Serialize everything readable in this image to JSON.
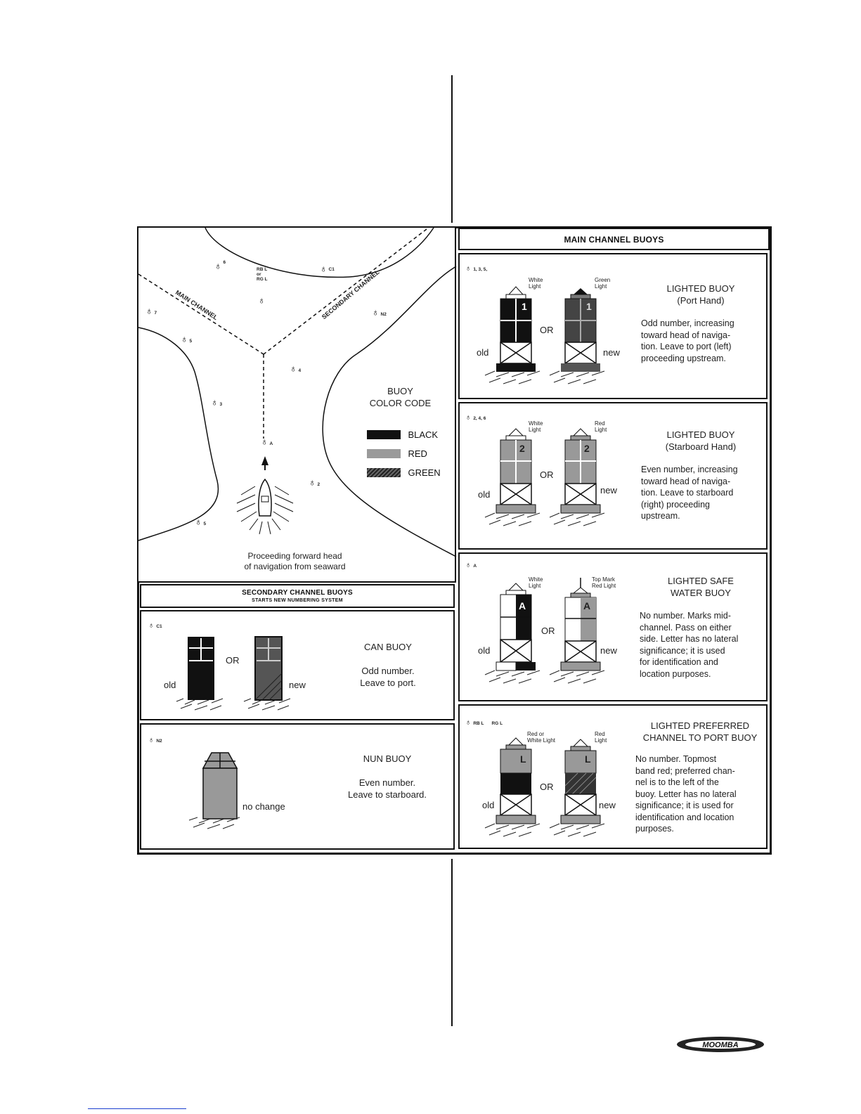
{
  "map": {
    "main_channel": "MAIN CHANNEL",
    "secondary_channel": "SECONDARY CHANNEL",
    "caption_line1": "Proceeding forward head",
    "caption_line2": "of navigation from seaward",
    "markers": {
      "m6": "6",
      "m7": "7",
      "m5a": "5",
      "m3": "3",
      "mA": "A",
      "m4": "4",
      "m2": "2",
      "m5b": "5",
      "mC1": "C1",
      "mN2": "N2",
      "rb": "RB L",
      "or": "or",
      "rg": "RG L"
    },
    "color_code": {
      "title_line1": "BUOY",
      "title_line2": "COLOR CODE",
      "items": [
        {
          "label": "BLACK",
          "color": "#111111"
        },
        {
          "label": "RED",
          "color": "#9a9a9a"
        },
        {
          "label": "GREEN",
          "color": "#3a3a3a"
        }
      ]
    }
  },
  "secondary": {
    "header": "SECONDARY CHANNEL BUOYS",
    "subheader": "STARTS NEW NUMBERING SYSTEM",
    "can": {
      "marker": "C1",
      "or": "OR",
      "old": "old",
      "new": "new",
      "title": "CAN BUOY",
      "desc_line1": "Odd number.",
      "desc_line2": "Leave to port."
    },
    "nun": {
      "marker": "N2",
      "no_change": "no change",
      "title": "NUN BUOY",
      "desc_line1": "Even number.",
      "desc_line2": "Leave to starboard."
    }
  },
  "main": {
    "header": "MAIN CHANNEL BUOYS",
    "port": {
      "marker": "1, 3, 5,",
      "light_old_1": "White",
      "light_old_2": "Light",
      "light_new_1": "Green",
      "light_new_2": "Light",
      "number": "1",
      "or": "OR",
      "old": "old",
      "new": "new",
      "title_line1": "LIGHTED BUOY",
      "title_line2": "(Port Hand)",
      "desc": [
        "Odd number, increasing",
        "toward head of naviga-",
        "tion. Leave to port (left)",
        "proceeding upstream."
      ]
    },
    "starboard": {
      "marker": "2, 4, 6",
      "light_old_1": "White",
      "light_old_2": "Light",
      "light_new_1": "Red",
      "light_new_2": "Light",
      "number": "2",
      "or": "OR",
      "old": "old",
      "new": "new",
      "title_line1": "LIGHTED BUOY",
      "title_line2": "(Starboard Hand)",
      "desc": [
        "Even number, increasing",
        "toward head of naviga-",
        "tion. Leave to starboard",
        "(right) proceeding",
        "upstream."
      ]
    },
    "safe": {
      "marker": "A",
      "light_old_1": "White",
      "light_old_2": "Light",
      "light_new_1": "Top Mark",
      "light_new_2": "Red Light",
      "letter": "A",
      "or": "OR",
      "old": "old",
      "new": "new",
      "title_line1": "LIGHTED SAFE",
      "title_line2": "WATER BUOY",
      "desc": [
        "No number. Marks mid-",
        "channel. Pass on either",
        "side. Letter has no lateral",
        "significance; it is used",
        "for identification and",
        "location purposes."
      ]
    },
    "preferred": {
      "marker1": "RB L",
      "marker2": "RG L",
      "light_old_1": "Red or",
      "light_old_2": "White Light",
      "light_new_1": "Red",
      "light_new_2": "Light",
      "letter": "L",
      "or": "OR",
      "old": "old",
      "new": "new",
      "title_line1": "LIGHTED PREFERRED",
      "title_line2": "CHANNEL TO PORT BUOY",
      "desc": [
        "No number. Topmost",
        "band red; preferred chan-",
        "nel is to the left of the",
        "buoy. Letter has no lateral",
        "significance; it is used for",
        "identification and location",
        "purposes."
      ]
    }
  },
  "logo": "MOOMBA"
}
